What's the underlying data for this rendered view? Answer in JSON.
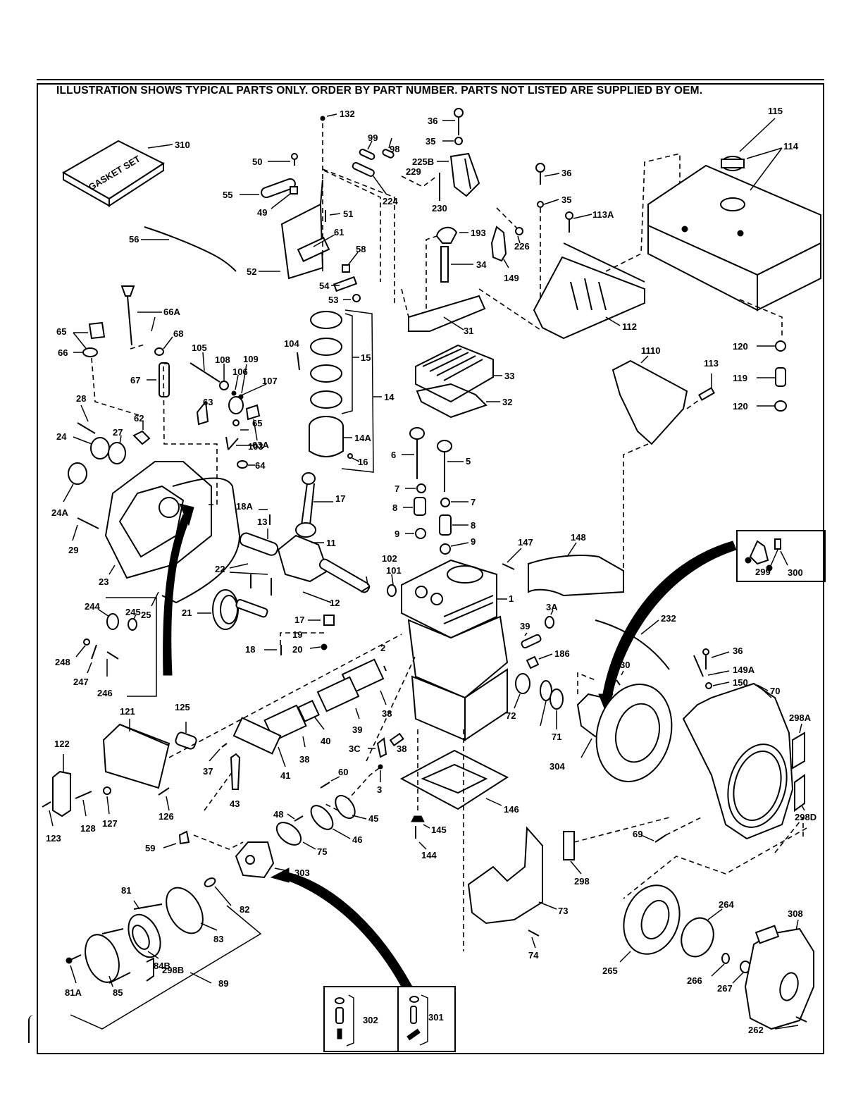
{
  "header": {
    "note": "ILLUSTRATION SHOWS TYPICAL PARTS ONLY. ORDER BY PART NUMBER. PARTS NOT LISTED ARE SUPPLIED BY OEM."
  },
  "gasket_set": {
    "text": "GASKET SET",
    "label": "310"
  },
  "callouts": {
    "p132": "132",
    "p36a": "36",
    "p35a": "35",
    "p99": "99",
    "p98": "98",
    "p225b": "225B",
    "p229": "229",
    "p50": "50",
    "p55": "55",
    "p49": "49",
    "p224": "224",
    "p230": "230",
    "p36b": "36",
    "p35b": "35",
    "p115": "115",
    "p114": "114",
    "p51": "51",
    "p61": "61",
    "p113a": "113A",
    "p193": "193",
    "p226": "226",
    "p56": "56",
    "p58": "58",
    "p34": "34",
    "p149": "149",
    "p52": "52",
    "p54": "54",
    "p53": "53",
    "p31": "31",
    "p112": "112",
    "p66a": "66A",
    "p65": "65",
    "p68": "68",
    "p66": "66",
    "p105": "105",
    "p108": "108",
    "p106": "106",
    "p109": "109",
    "p104": "104",
    "p15": "15",
    "p1110": "1110",
    "p120a": "120",
    "p119": "119",
    "p120b": "120",
    "p113": "113",
    "p33": "33",
    "p32": "32",
    "p67": "67",
    "p107": "107",
    "p14": "14",
    "p28": "28",
    "p63": "63",
    "p62": "62",
    "p24": "24",
    "p27": "27",
    "p69": "69",
    "p63a": "63A",
    "p103": "103",
    "p14a": "14A",
    "p6": "6",
    "p5": "5",
    "p64": "64",
    "p16": "16",
    "p24a": "24A",
    "p7a": "7",
    "p7b": "7",
    "p17a": "17",
    "p18a": "18A",
    "p8a": "8",
    "p8b": "8",
    "p148": "148",
    "p147": "147",
    "p13": "13",
    "p9a": "9",
    "p9b": "9",
    "p11": "11",
    "p29": "29",
    "p23": "23",
    "p22": "22",
    "p102": "102",
    "p101": "101",
    "p25": "25",
    "p12": "12",
    "p1": "1",
    "p299": "299",
    "p300": "300",
    "p244": "244",
    "p245": "245",
    "p21": "21",
    "p17b": "17",
    "p19": "19",
    "p232": "232",
    "p3a": "3A",
    "p39a": "39",
    "p18": "18",
    "p20": "20",
    "p248": "248",
    "p247": "247",
    "p246": "246",
    "p186": "186",
    "p2": "2",
    "p36c": "36",
    "p149a": "149A",
    "p30": "30",
    "p150": "150",
    "p70": "70",
    "p298a": "298A",
    "p38a": "38",
    "p72": "72",
    "p71": "71",
    "p125": "125",
    "p121": "121",
    "p40": "40",
    "p39b": "39",
    "p3c": "3C",
    "p38b": "38",
    "p304": "304",
    "p122": "122",
    "p37": "37",
    "p38c": "38",
    "p41": "41",
    "p60": "60",
    "p3": "3",
    "p298d": "298D",
    "p43": "43",
    "p45": "45",
    "p146": "146",
    "p123": "123",
    "p128": "128",
    "p127": "127",
    "p126": "126",
    "p48": "48",
    "p46": "46",
    "p145": "145",
    "p59": "59",
    "p75": "75",
    "p144": "144",
    "p68b": "69",
    "p303": "303",
    "p298": "298",
    "p81": "81",
    "p82": "82",
    "p73": "73",
    "p264": "264",
    "p83": "83",
    "p308": "308",
    "p84b": "84B",
    "p74": "74",
    "p265": "265",
    "p266": "266",
    "p267": "267",
    "p81a": "81A",
    "p85": "85",
    "p298b": "298B",
    "p89": "89",
    "p302": "302",
    "p301": "301",
    "p262": "262"
  }
}
